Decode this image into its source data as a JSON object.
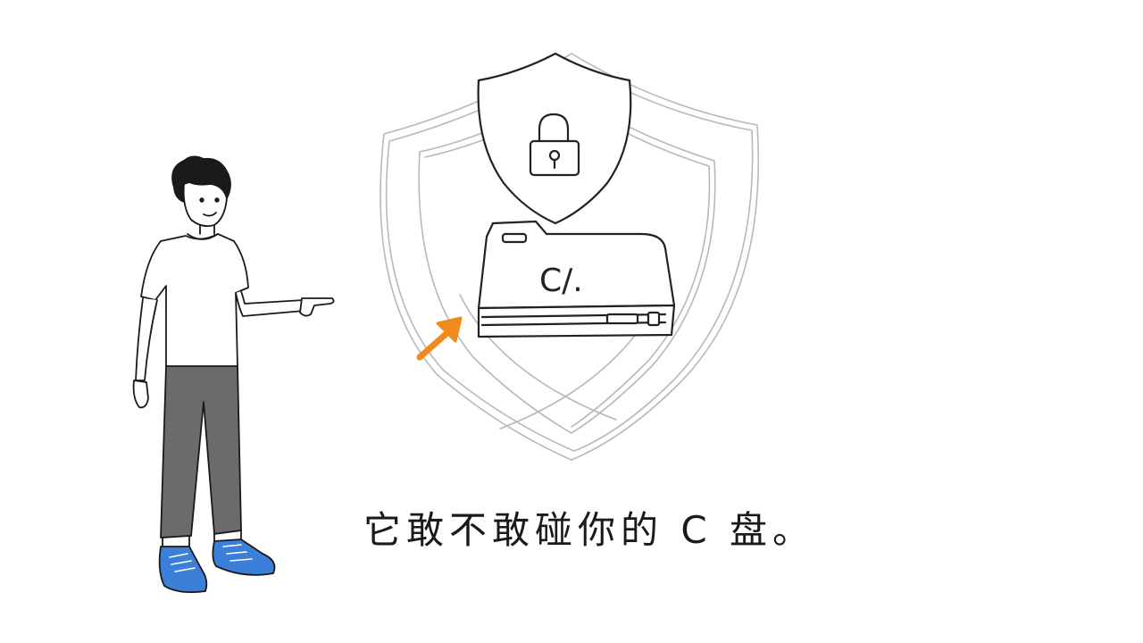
{
  "drive": {
    "label": "C/."
  },
  "caption": {
    "text": "它敢不敢碰你的 C 盘。"
  },
  "colors": {
    "arrow": "#f08a1c",
    "shoes": "#3b7fd8",
    "pants": "#6b6b6b",
    "ink": "#222222",
    "sketch": "#b8b8b8"
  },
  "icons": [
    "shield-icon",
    "lock-icon",
    "hard-drive-icon",
    "arrow-icon",
    "person-figure"
  ]
}
